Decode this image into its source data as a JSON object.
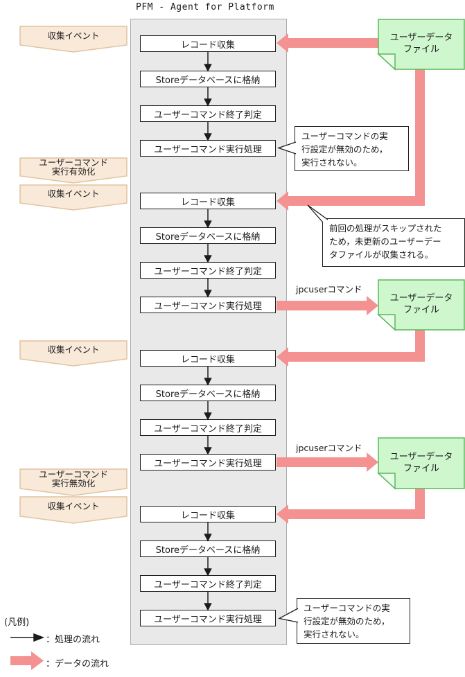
{
  "title": "PFM - Agent for Platform",
  "flow_steps": [
    "レコード収集",
    "Storeデータベースに格納",
    "ユーザーコマンド終了判定",
    "ユーザーコマンド実行処理"
  ],
  "side_labels": [
    {
      "line1": "収集イベント",
      "line2": ""
    },
    {
      "line1": "ユーザーコマンド",
      "line2": "実行有効化"
    },
    {
      "line1": "収集イベント",
      "line2": ""
    },
    {
      "line1": "収集イベント",
      "line2": ""
    },
    {
      "line1": "ユーザーコマンド",
      "line2": "実行無効化"
    },
    {
      "line1": "収集イベント",
      "line2": ""
    }
  ],
  "data_file_note": {
    "line1": "ユーザーデータ",
    "line2": "ファイル"
  },
  "callouts": {
    "disabled_first": {
      "line1": "ユーザーコマンドの実",
      "line2": "行設定が無効のため，",
      "line3": "実行されない。"
    },
    "skipped": {
      "line1": "前回の処理がスキップされた",
      "line2": "ため，未更新のユーザーデー",
      "line3": "タファイルが収集される。"
    },
    "disabled_last": {
      "line1": "ユーザーコマンドの実",
      "line2": "行設定が無効のため，",
      "line3": "実行されない。"
    }
  },
  "jpcuser_label": "jpcuserコマンド",
  "legend": {
    "title": "(凡例)",
    "process_flow": "：処理の流れ",
    "data_flow": "：データの流れ"
  },
  "colors": {
    "pink_arrow": "#f49191",
    "note_fill": "#cef7ce",
    "note_fold": "#e8fce8",
    "note_border": "#58b858",
    "pentagon_fill": "#f9e9d9",
    "pentagon_border": "#e0c49f",
    "container_fill": "#e9e9e9",
    "container_border": "#ababab"
  }
}
